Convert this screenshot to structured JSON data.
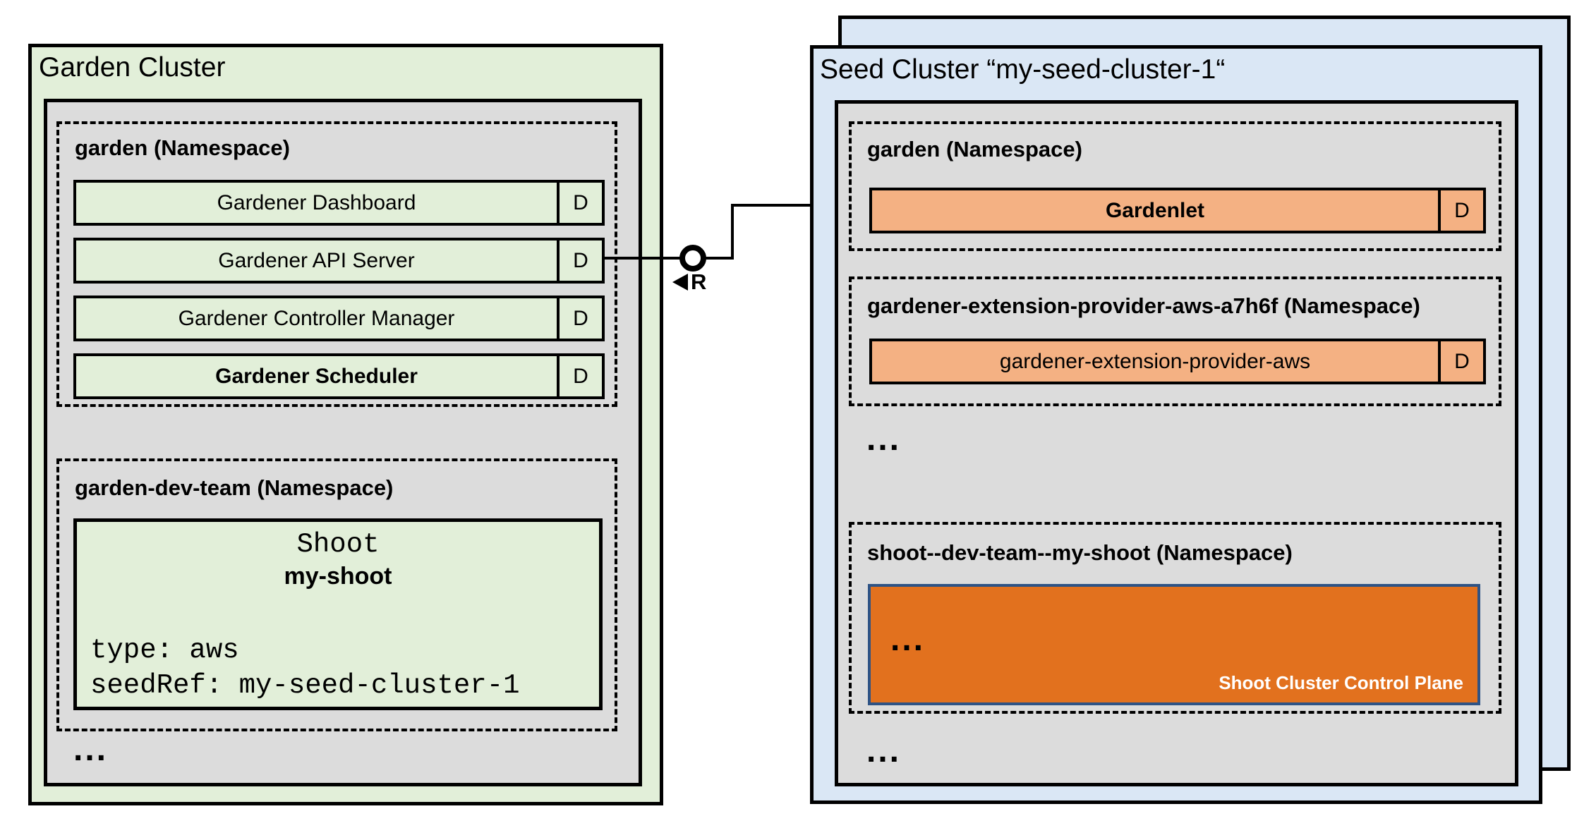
{
  "colors": {
    "cluster-green": "#e2efd9",
    "cluster-blue": "#dae7f5",
    "panel-gray": "#dcdcdc",
    "component-orange": "#f4b183",
    "control-plane-orange": "#e2711e",
    "control-plane-border": "#2e5385",
    "control-plane-text": "#ffffff"
  },
  "garden_cluster": {
    "title": "Garden Cluster",
    "garden_namespace": {
      "title": "garden (Namespace)",
      "components": [
        {
          "label": "Gardener Dashboard",
          "badge": "D"
        },
        {
          "label": "Gardener API Server",
          "badge": "D"
        },
        {
          "label": "Gardener Controller Manager",
          "badge": "D"
        },
        {
          "label": "Gardener Scheduler",
          "badge": "D"
        }
      ]
    },
    "dev_team_namespace": {
      "title": "garden-dev-team (Namespace)",
      "shoot_resource": {
        "kind": "Shoot",
        "name": "my-shoot",
        "spec": [
          "type: aws",
          "seedRef: my-seed-cluster-1"
        ]
      }
    },
    "more_indicator": "..."
  },
  "connector": {
    "label": "R"
  },
  "seed_cluster": {
    "title": "Seed Cluster “my-seed-cluster-1“",
    "garden_namespace": {
      "title": "garden (Namespace)",
      "components": [
        {
          "label": "Gardenlet",
          "badge": "D"
        }
      ]
    },
    "extension_namespace": {
      "title": "gardener-extension-provider-aws-a7h6f (Namespace)",
      "components": [
        {
          "label": "gardener-extension-provider-aws",
          "badge": "D"
        }
      ]
    },
    "more_indicator_middle": "...",
    "shoot_namespace": {
      "title": "shoot--dev-team--my-shoot (Namespace)",
      "control_plane": {
        "more_indicator": "...",
        "label": "Shoot Cluster Control Plane"
      }
    },
    "more_indicator_bottom": "..."
  }
}
